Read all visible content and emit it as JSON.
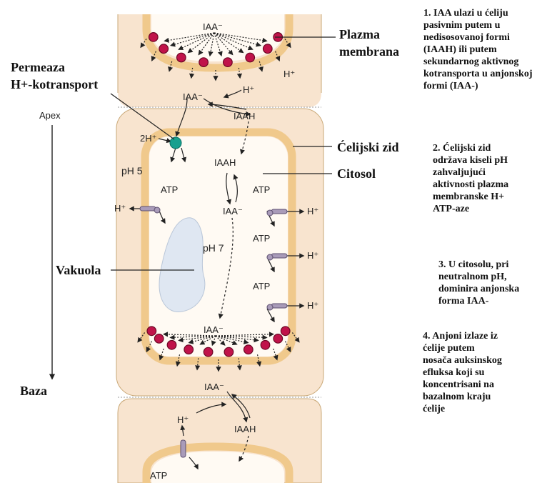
{
  "labels": {
    "plazma_membrana": "Plazma\nmembrana",
    "permeaza": "Permeaza\nH+-kotransport",
    "celijski_zid": "Ćelijski zid",
    "citosol": "Citosol",
    "vakuola": "Vakuola",
    "apex": "Apex",
    "baza": "Baza"
  },
  "chem": {
    "iaa": "IAA⁻",
    "iaah": "IAAH",
    "hplus": "H⁺",
    "two_hplus": "2H⁺",
    "atp": "ATP",
    "ph5": "pH 5",
    "ph7": "pH 7"
  },
  "annotations": [
    "1. IAA ulazi u ćeliju\npasivnim putem u\nnedisosovanoj formi\n(IAAH) ili putem\nsekundarnog aktivnog\nkotransporta u anjonskoj\nformi (IAA-)",
    "2. Ćelijski zid\nodržava kiseli pH\nzahvaljujući\naktivnosti plazma\nmembranske H+\nATP-aze",
    "3. U citosolu, pri\nneutralnom pH,\ndominira anjonska\nforma IAA-",
    "4. Anjoni izlaze iz\nćelije putem\nnosača auksinskog\nefluksa koji su\nkoncentrisani na\nbazalnom kraju\nćelije"
  ],
  "colors": {
    "wall_fill": "#f8e4cf",
    "cell_wall": "#f0c98c",
    "wall_edge": "#b8955f",
    "cytosol": "#fffaf3",
    "vacuole": "#dfe7f2",
    "efflux_carrier": "#c0134a",
    "permease": "#17a08f",
    "atpase": "#a99bb9"
  }
}
